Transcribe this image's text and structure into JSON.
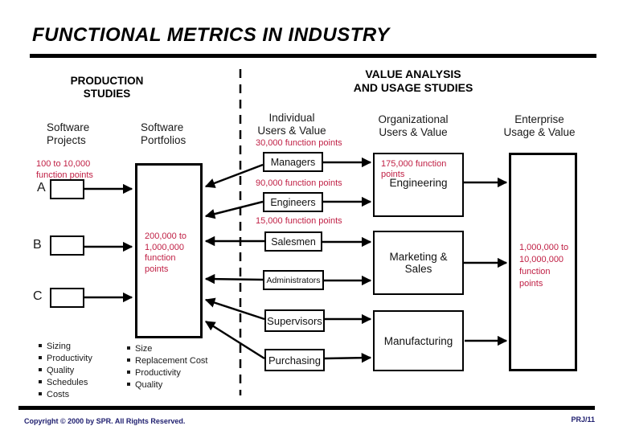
{
  "title": "FUNCTIONAL METRICS IN INDUSTRY",
  "headings": {
    "production": [
      "PRODUCTION",
      "STUDIES"
    ],
    "value": [
      "VALUE ANALYSIS",
      "AND USAGE STUDIES"
    ]
  },
  "columns": {
    "software_projects": [
      "Software",
      "Projects"
    ],
    "software_portfolios": [
      "Software",
      "Portfolios"
    ],
    "individual": [
      "Individual",
      "Users & Value"
    ],
    "organizational": [
      "Organizational",
      "Users & Value"
    ],
    "enterprise": [
      "Enterprise",
      "Usage & Value"
    ]
  },
  "annotations": {
    "projects_range": [
      "100 to 10,000",
      "function points"
    ],
    "portfolios_range": [
      "200,000 to",
      "1,000,000",
      "function",
      "points"
    ],
    "managers_fp": "30,000 function points",
    "engineers_fp": "90,000 function points",
    "salesmen_fp": "15,000 function points",
    "engineering_fp": [
      "175,000 function",
      "points"
    ],
    "enterprise_range": [
      "1,000,000 to",
      "10,000,000",
      "function",
      "points"
    ]
  },
  "boxes": {
    "a": "A",
    "b": "B",
    "c": "C",
    "managers": "Managers",
    "engineers": "Engineers",
    "salesmen": "Salesmen",
    "administrators": "Administrators",
    "supervisors": "Supervisors",
    "purchasing": "Purchasing",
    "engineering": "Engineering",
    "marketing": "Marketing & Sales",
    "manufacturing": "Manufacturing"
  },
  "bullet_lists": {
    "production_metrics": [
      "Sizing",
      "Productivity",
      "Quality",
      "Schedules",
      "Costs"
    ],
    "portfolio_metrics": [
      "Size",
      "Replacement Cost",
      "Productivity",
      "Quality"
    ]
  },
  "footer": {
    "copyright": "Copyright © 2000 by SPR. All Rights Reserved.",
    "page": "PRJ/11"
  },
  "colors": {
    "annotation_red": "#C02045",
    "footer_blue": "#202070",
    "line_black": "#000000"
  }
}
